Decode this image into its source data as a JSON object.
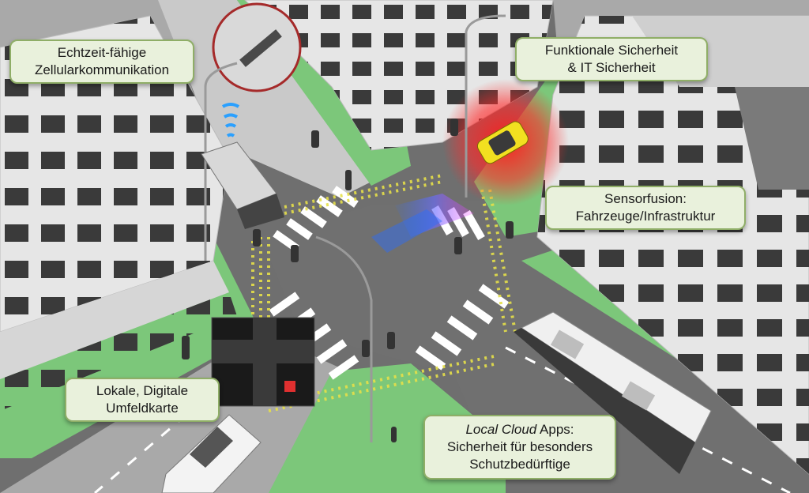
{
  "labels": {
    "cellular": {
      "line1": "Echtzeit-fähige",
      "line2": "Zellularkommunikation"
    },
    "safety": {
      "line1": "Funktionale Sicherheit",
      "line2": "& IT Sicherheit"
    },
    "sensor": {
      "line1": "Sensorfusion:",
      "line2": "Fahrzeuge/Infrastruktur"
    },
    "map": {
      "line1": "Lokale, Digitale",
      "line2": "Umfeldkarte"
    },
    "cloud": {
      "line1_italic": "Local Cloud",
      "line1_rest": " Apps:",
      "line2": "Sicherheit für besonders",
      "line3": "Schutzbedürftige"
    }
  },
  "colors": {
    "label_bg": "#e9f1dc",
    "label_border": "#8fae67",
    "grass": "#7cc77a",
    "road": "#6f6f6f",
    "building": "#e6e6e6",
    "window": "#3a3a3a",
    "signal_yellow": "#e6e04a",
    "alert_red": "#ff2a2a",
    "vehicle_yellow": "#f2e020"
  }
}
